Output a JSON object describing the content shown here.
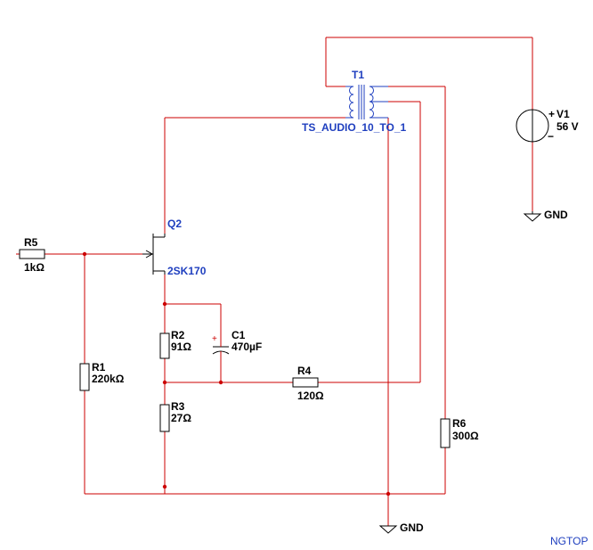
{
  "components": {
    "r5": {
      "ref": "R5",
      "value": "1kΩ"
    },
    "r1": {
      "ref": "R1",
      "value": "220kΩ"
    },
    "r2": {
      "ref": "R2",
      "value": "91Ω"
    },
    "r3": {
      "ref": "R3",
      "value": "27Ω"
    },
    "r4": {
      "ref": "R4",
      "value": "120Ω"
    },
    "r6": {
      "ref": "R6",
      "value": "300Ω"
    },
    "c1": {
      "ref": "C1",
      "value": "470µF",
      "polarity": "+"
    },
    "q2": {
      "ref": "Q2",
      "value": "2SK170"
    },
    "t1": {
      "ref": "T1",
      "value": "TS_AUDIO_10_TO_1"
    },
    "v1": {
      "ref": "V1",
      "value": "56 V",
      "plus": "+",
      "minus": "−"
    }
  },
  "grounds": {
    "top_right": "GND",
    "bottom": "GND"
  },
  "footer": {
    "brand": "NGTOP"
  },
  "colors": {
    "wire": "#cc0000",
    "component": "#000000",
    "label_blue": "#1f3fbf"
  }
}
